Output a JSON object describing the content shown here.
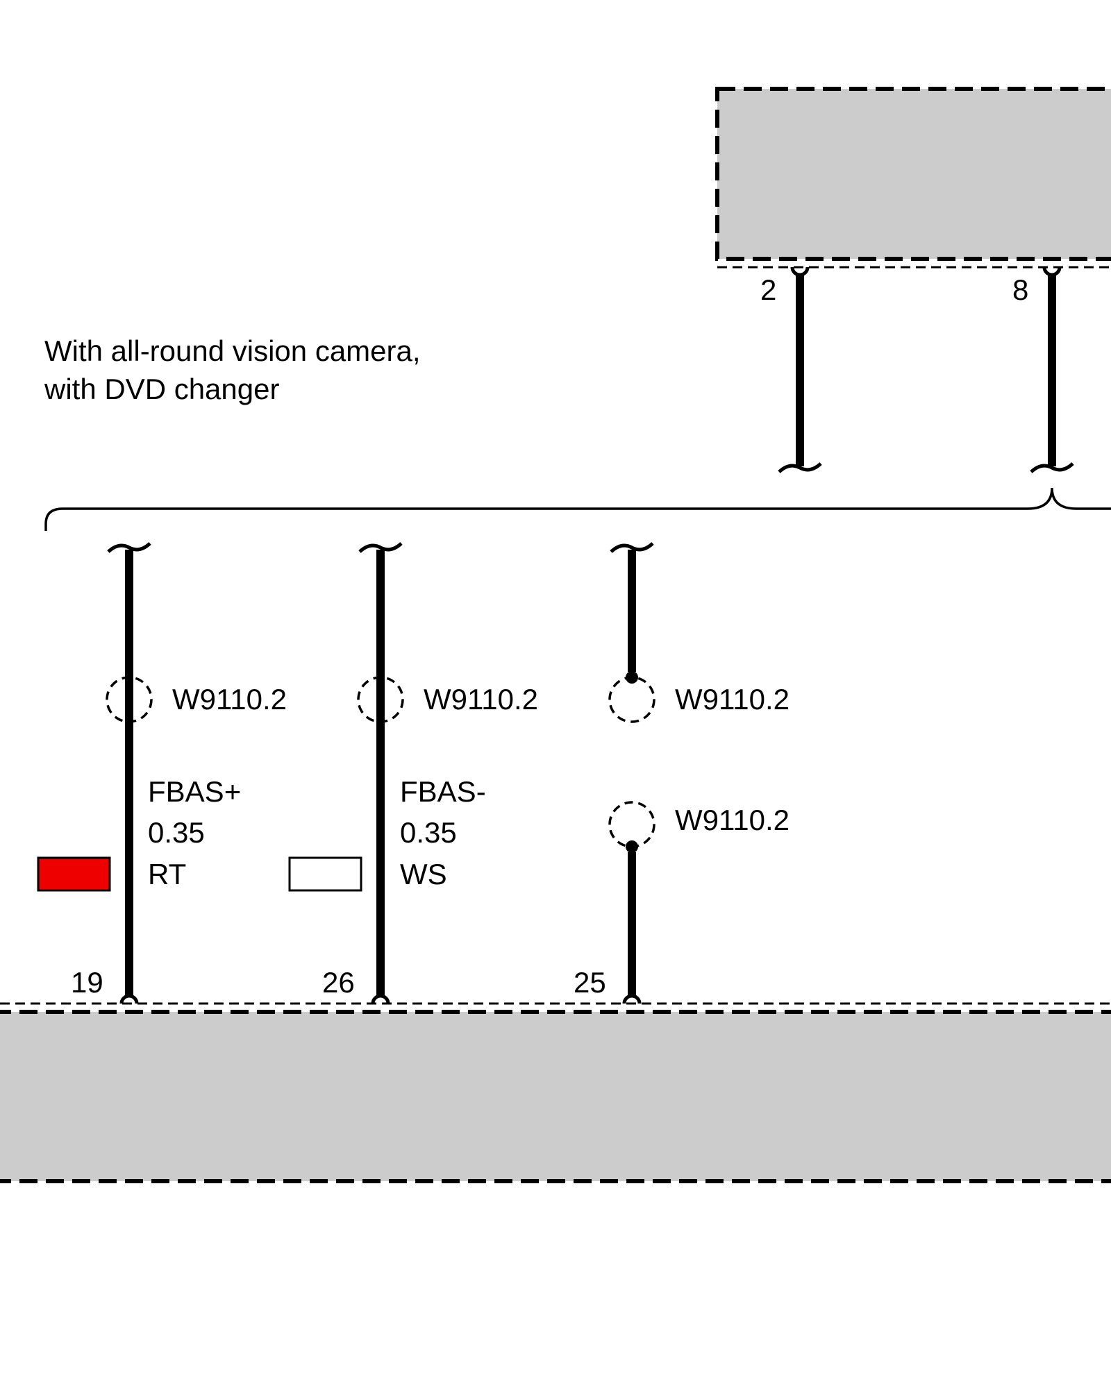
{
  "note": {
    "line1": "With all-round vision camera,",
    "line2": "with DVD changer"
  },
  "top_component": {
    "pins": [
      "2",
      "8"
    ]
  },
  "bottom_component": {
    "pins": [
      "19",
      "26",
      "25"
    ]
  },
  "wires": [
    {
      "pin": "19",
      "splice_label": "W9110.2",
      "signal": "FBAS+",
      "gauge": "0.35",
      "color_code": "RT",
      "color_swatch": "#ee0000"
    },
    {
      "pin": "26",
      "splice_label": "W9110.2",
      "signal": "FBAS-",
      "gauge": "0.35",
      "color_code": "WS",
      "color_swatch": "#ffffff"
    },
    {
      "pin": "25",
      "splice_label_upper": "W9110.2",
      "splice_label_lower": "W9110.2"
    }
  ],
  "colors": {
    "component_fill": "#cccccc",
    "line": "#000000"
  }
}
